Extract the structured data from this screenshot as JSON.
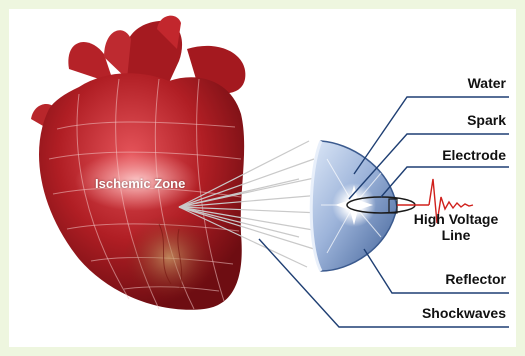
{
  "labels": {
    "ischemic_zone": "Ischemic Zone",
    "water": "Water",
    "spark": "Spark",
    "electrode": "Electrode",
    "high_voltage_line_1": "High Voltage",
    "high_voltage_line_2": "Line",
    "reflector": "Reflector",
    "shockwaves": "Shockwaves"
  },
  "colors": {
    "frame": "#eef6df",
    "leader_line": "#1f3f73",
    "heart": "#b01e24",
    "reflector": "#6f8fbf",
    "signal": "#d0201c"
  },
  "icons": {
    "heart": "heart-illustration",
    "reflector": "parabolic-reflector-dish",
    "spark": "spark-burst"
  }
}
